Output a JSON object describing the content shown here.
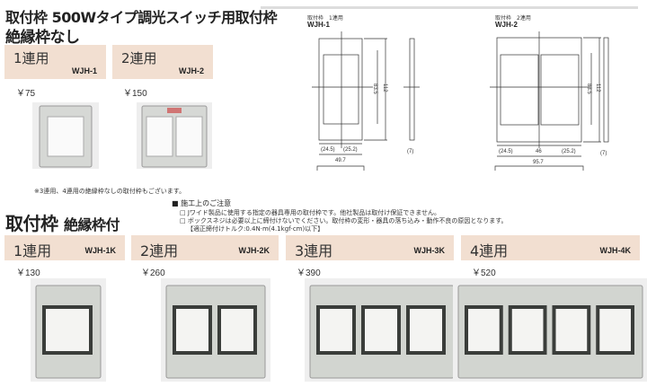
{
  "section1": {
    "title_line1": "取付枠 500Wタイプ調光スイッチ用取付枠",
    "title_line2": "絶縁枠なし",
    "products": [
      {
        "label": "1連用",
        "code": "WJH-1",
        "price": "￥75"
      },
      {
        "label": "2連用",
        "code": "WJH-2",
        "price": "￥150"
      }
    ],
    "note": "※3連用、4連用の絶縁枠なしの取付枠もございます。"
  },
  "drawings": [
    {
      "caption": "取付枠　1連用",
      "code": "WJH-1",
      "dims": {
        "inner_h": "83.5",
        "outer_h": "112",
        "left": "(24.5)",
        "right": "(25.2)",
        "width": "49.7",
        "depth": "(7)"
      }
    },
    {
      "caption": "取付枠　2連用",
      "code": "WJH-2",
      "dims": {
        "inner_h": "83.5",
        "outer_h": "112",
        "left": "(24.5)",
        "mid": "46",
        "right": "(25.2)",
        "width": "95.7",
        "depth": "(7)"
      }
    }
  ],
  "caution": {
    "heading": "施工上のご注意",
    "items": [
      "Jワイド製品に使用する指定の器具専用の取付枠です。他社製品は取付け保証できません。",
      "ボックスネジは必要以上に締付けないでください。取付枠の変形・器具の落ち込み・動作不良の原因となります。"
    ],
    "torque": "【適正締付けトルク:0.4N·m(4.1kgf·cm)以下】"
  },
  "section2": {
    "title_main": "取付枠",
    "title_sub": "絶縁枠付",
    "products": [
      {
        "label": "1連用",
        "code": "WJH-1K",
        "price": "￥130"
      },
      {
        "label": "2連用",
        "code": "WJH-2K",
        "price": "￥260"
      },
      {
        "label": "3連用",
        "code": "WJH-3K",
        "price": "￥390"
      },
      {
        "label": "4連用",
        "code": "WJH-4K",
        "price": "￥520"
      }
    ]
  },
  "colors": {
    "band": "#f2dfd1",
    "frame": "#c9cdc8"
  }
}
